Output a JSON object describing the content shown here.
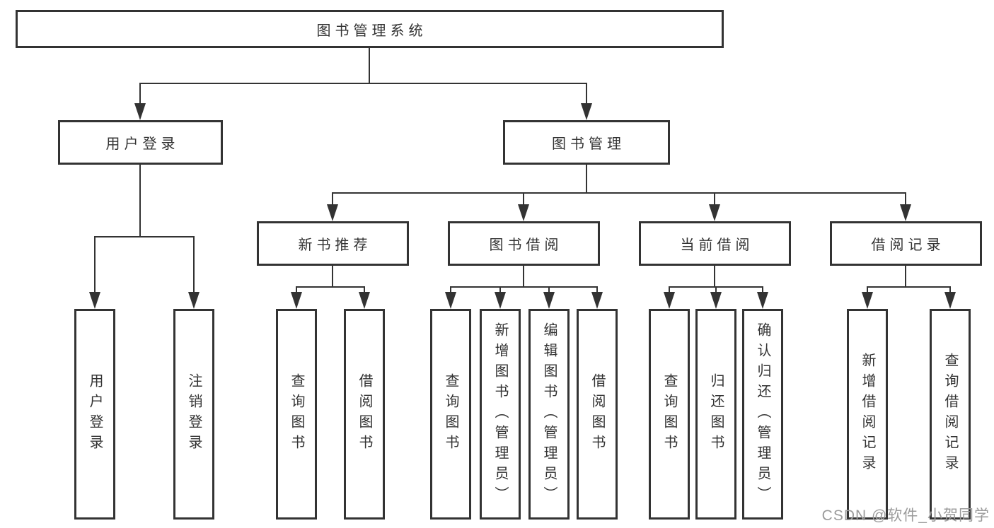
{
  "title": "图书管理系统",
  "watermark": "CSDN @软件_小贺同学",
  "colors": {
    "line": "#333333",
    "text": "#333333",
    "box_background": "#ffffff",
    "watermark": "#9b9b9b",
    "background": "#ffffff"
  },
  "nodes": {
    "root": "图书管理系统",
    "user_login": "用户登录",
    "book_mgmt": "图书管理",
    "new_books": "新书推荐",
    "borrowing": "图书借阅",
    "current": "当前借阅",
    "records": "借阅记录",
    "ul_login": "用户登录",
    "ul_logout": "注销登录",
    "nb_query": "查询图书",
    "nb_borrow": "借阅图书",
    "bb_query": "查询图书",
    "bb_add": "新增图书（管理员）",
    "bb_edit": "编辑图书（管理员）",
    "bb_borrow": "借阅图书",
    "cb_query": "查询图书",
    "cb_return": "归还图书",
    "cb_confirm": "确认归还（管理员）",
    "br_add": "新增借阅记录",
    "br_query": "查询借阅记录"
  },
  "hierarchy": {
    "图书管理系统": {
      "用户登录": [
        "用户登录",
        "注销登录"
      ],
      "图书管理": {
        "新书推荐": [
          "查询图书",
          "借阅图书"
        ],
        "图书借阅": [
          "查询图书",
          "新增图书（管理员）",
          "编辑图书（管理员）",
          "借阅图书"
        ],
        "当前借阅": [
          "查询图书",
          "归还图书",
          "确认归还（管理员）"
        ],
        "借阅记录": [
          "新增借阅记录",
          "查询借阅记录"
        ]
      }
    }
  }
}
